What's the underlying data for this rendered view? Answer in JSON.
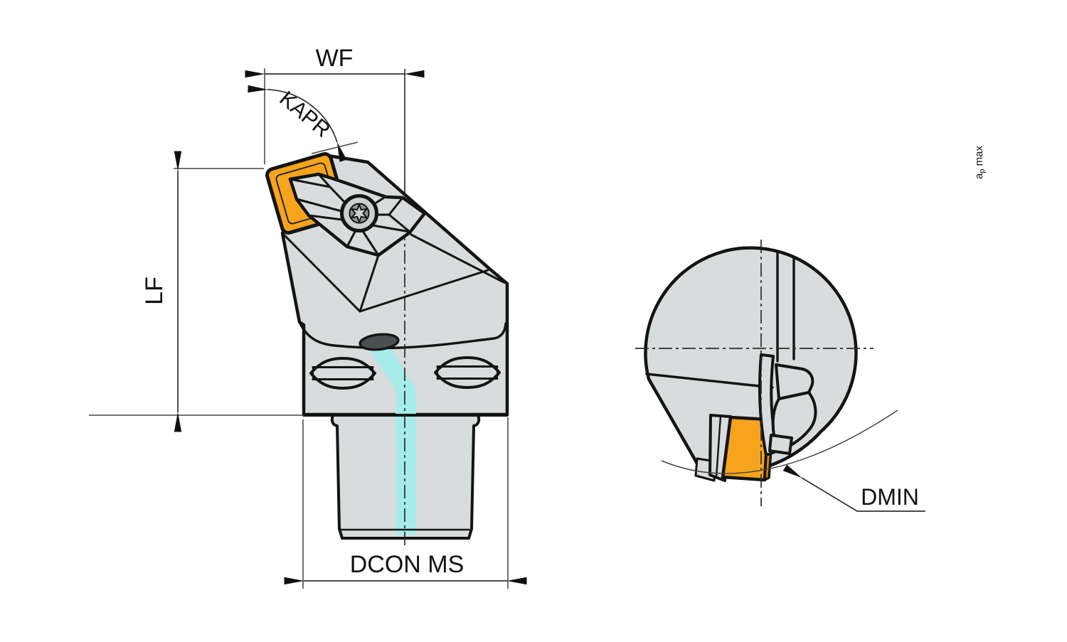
{
  "drawing": {
    "title": "tool-holder-technical-drawing",
    "labels": {
      "wf": "WF",
      "kapr": "KAPR",
      "lf": "LF",
      "dcon": "DCON MS",
      "dmin": "DMIN",
      "ap_base": "a",
      "ap_sub": "p",
      "ap_rest": " max"
    },
    "colors": {
      "insert_orange": "#f7a41d",
      "insert_orange_dark": "#e28200",
      "body_gray": "#d8dcdc",
      "coolant_cyan": "#a7ecea",
      "screw_ring_gray": "#cbd1d0",
      "screw_core_gray": "#8f9797",
      "coolant_hole_dark": "#4a5052",
      "outline_black": "#141414"
    }
  }
}
